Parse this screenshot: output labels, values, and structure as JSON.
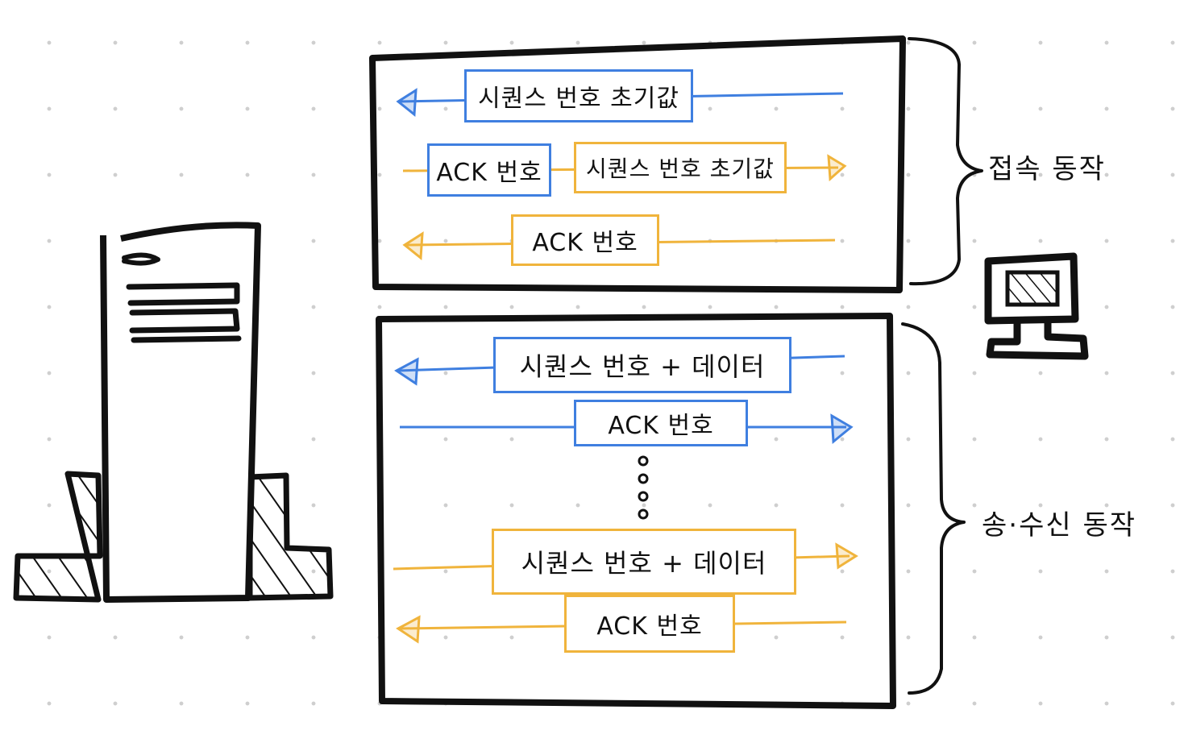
{
  "colors": {
    "blue": "#3f7fe0",
    "orange": "#f0b43c",
    "ink": "#111111",
    "dot_grid": "#cfcfcf"
  },
  "icons": {
    "server": "server-tower-icon",
    "client": "desktop-computer-icon"
  },
  "phases": {
    "connection": {
      "label": "접속 동작",
      "messages": [
        {
          "text": "시퀀스 번호 초기값",
          "color": "blue",
          "direction": "to-server"
        },
        {
          "parts": [
            "ACK 번호",
            "시퀀스 번호 초기값"
          ],
          "colors": [
            "blue",
            "orange"
          ],
          "direction": "to-client"
        },
        {
          "text": "ACK 번호",
          "color": "orange",
          "direction": "to-server"
        }
      ]
    },
    "transfer": {
      "label": "송·수신 동작",
      "messages": [
        {
          "text": "시퀀스 번호 + 데이터",
          "color": "blue",
          "direction": "to-server"
        },
        {
          "text": "ACK 번호",
          "color": "blue",
          "direction": "to-client"
        },
        {
          "text": "시퀀스 번호 + 데이터",
          "color": "orange",
          "direction": "to-client"
        },
        {
          "text": "ACK 번호",
          "color": "orange",
          "direction": "to-server"
        }
      ]
    }
  }
}
